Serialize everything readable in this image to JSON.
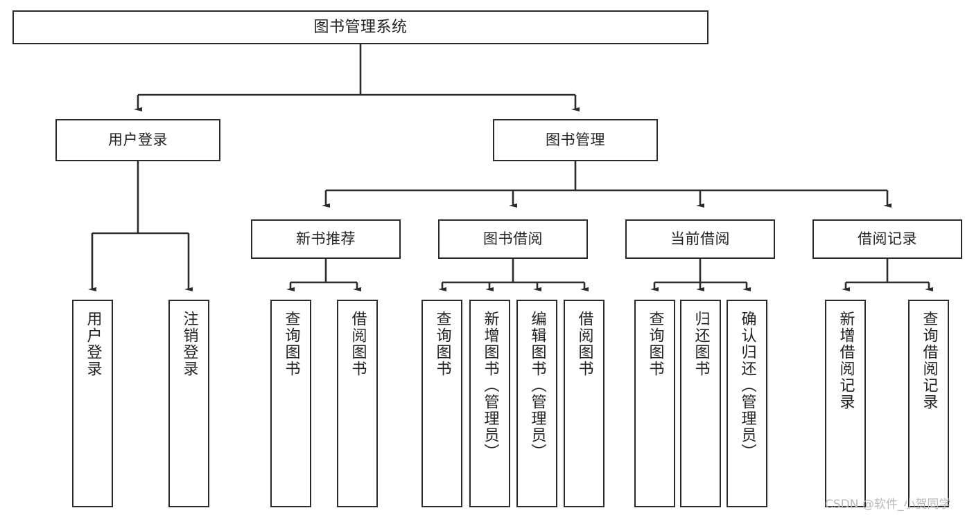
{
  "diagram": {
    "title": "图书管理系统",
    "type": "hierarchy-tree",
    "background_color": "#ffffff",
    "box_border_color": "#2b2b2b",
    "text_color": "#222222",
    "connector_color": "#2b2b2b",
    "watermark": "CSDN @软件_小贺同学"
  },
  "nodes": {
    "root": {
      "label": "图书管理系统"
    },
    "level2": [
      {
        "label": "用户登录"
      },
      {
        "label": "图书管理"
      }
    ],
    "level3": [
      {
        "label": "新书推荐"
      },
      {
        "label": "图书借阅"
      },
      {
        "label": "当前借阅"
      },
      {
        "label": "借阅记录"
      }
    ],
    "leaves": {
      "user_login": [
        {
          "label": "用户登录"
        },
        {
          "label": "注销登录"
        }
      ],
      "new_book_recommend": [
        {
          "label": "查询图书"
        },
        {
          "label": "借阅图书"
        }
      ],
      "book_borrow": [
        {
          "label": "查询图书"
        },
        {
          "label": "新增图书（管理员）"
        },
        {
          "label": "编辑图书（管理员）"
        },
        {
          "label": "借阅图书"
        }
      ],
      "current_borrow": [
        {
          "label": "查询图书"
        },
        {
          "label": "归还图书"
        },
        {
          "label": "确认归还（管理员）"
        }
      ],
      "borrow_record": [
        {
          "label": "新增借阅记录"
        },
        {
          "label": "查询借阅记录"
        }
      ]
    }
  }
}
